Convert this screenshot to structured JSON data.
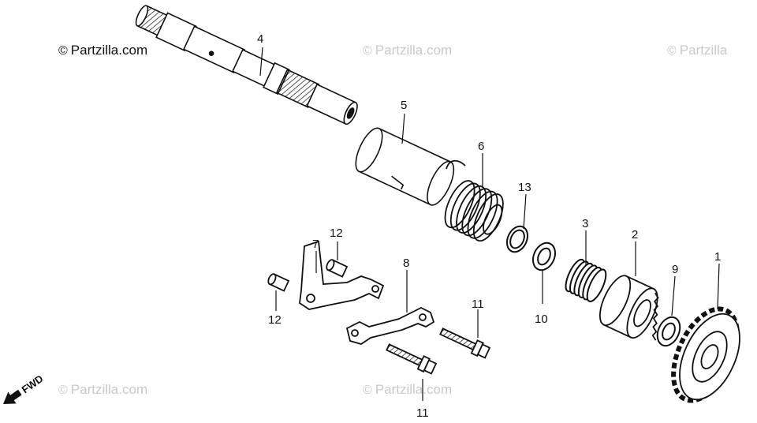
{
  "watermarks": [
    {
      "text": "Partzilla.com",
      "symbol": "©",
      "style": "dark"
    },
    {
      "text": "Partzilla.com",
      "symbol": "©",
      "style": "light"
    },
    {
      "text": "Partzilla",
      "symbol": "©",
      "style": "light"
    },
    {
      "text": "Partzilla.com",
      "symbol": "©",
      "style": "light"
    },
    {
      "text": "Partzilla.com",
      "symbol": "©",
      "style": "light"
    }
  ],
  "callouts": {
    "shaft": "4",
    "collar": "5",
    "spring": "6",
    "clip_13": "13",
    "washer_10": "10",
    "small_spring": "3",
    "ratchet": "2",
    "washer_9": "9",
    "gear": "1",
    "stopper_plate": "7",
    "pin_12_upper": "12",
    "pin_12_lower": "12",
    "guide_plate": "8",
    "bolt_11_upper": "11",
    "bolt_11_lower": "11"
  },
  "direction_label": "FWD",
  "colors": {
    "ink": "#111111",
    "watermark": "#c9c9c9"
  }
}
